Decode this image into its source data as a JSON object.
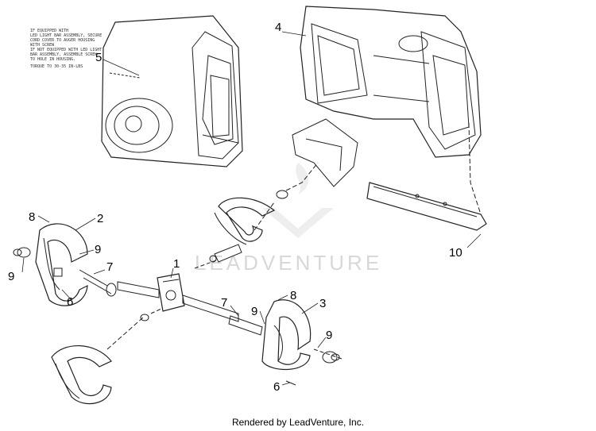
{
  "callouts": {
    "c1": "1",
    "c2": "2",
    "c3": "3",
    "c4": "4",
    "c5": "5",
    "c6a": "6",
    "c6b": "6",
    "c7a": "7",
    "c7b": "7",
    "c8a": "8",
    "c8b": "8",
    "c9a": "9",
    "c9b": "9",
    "c9c": "9",
    "c9d": "9",
    "c10": "10"
  },
  "note_lines": [
    "IF EQUIPPED WITH",
    "LED LIGHT BAR ASSEMBLY, SECURE",
    "CORD COVER TO AUGER HOUSING",
    "WITH SCREW",
    "IF NOT EQUIPPED WITH LED LIGHT",
    "BAR ASSEMBLY, ASSEMBLE SCREW",
    "TO HOLE IN HOUSING.",
    "TORQUE TO 30-35 IN-LBS"
  ],
  "watermark": "LEADVENTURE",
  "footer": "Rendered by LeadVenture, Inc."
}
